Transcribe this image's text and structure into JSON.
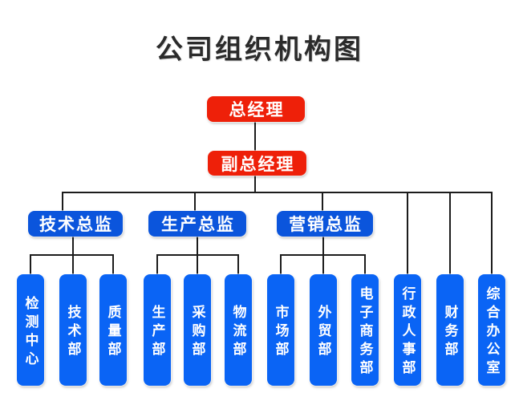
{
  "title": "公司组织机构图",
  "colors": {
    "node_red": "#EE2009",
    "director_blue": "#0B55DC",
    "department_blue": "#0A64F5",
    "connector": "#1C1C1C",
    "node_text": "#FFFFFF",
    "title_color": "#2B2B2B"
  },
  "org": {
    "root": {
      "label": "总经理"
    },
    "deputy": {
      "label": "副总经理"
    },
    "directors": [
      {
        "label": "技术总监",
        "children": [
          "检测中心",
          "技术部",
          "质量部"
        ]
      },
      {
        "label": "生产总监",
        "children": [
          "生产部",
          "采购部",
          "物流部"
        ]
      },
      {
        "label": "营销总监",
        "children": [
          "市场部",
          "外贸部",
          "电子商务部"
        ]
      }
    ],
    "deputy_direct_departments": [
      "行政人事部",
      "财务部",
      "综合办公室"
    ],
    "departments": [
      {
        "label": "检测中心"
      },
      {
        "label": "技术部"
      },
      {
        "label": "质量部"
      },
      {
        "label": "生产部"
      },
      {
        "label": "采购部"
      },
      {
        "label": "物流部"
      },
      {
        "label": "市场部"
      },
      {
        "label": "外贸部"
      },
      {
        "label": "电子商务部"
      },
      {
        "label": "行政人事部"
      },
      {
        "label": "财务部"
      },
      {
        "label": "综合办公室"
      }
    ]
  }
}
